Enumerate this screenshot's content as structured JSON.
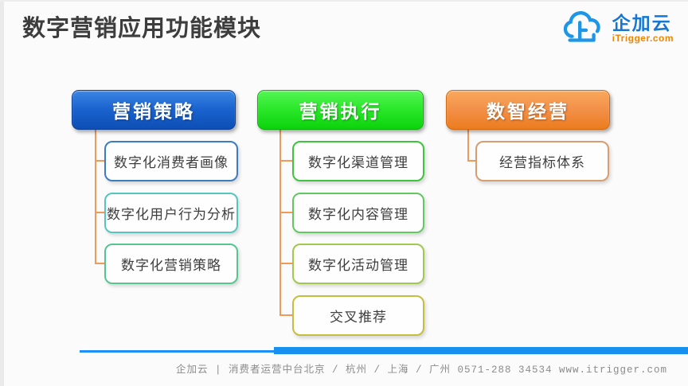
{
  "slide": {
    "title": "数字营销应用功能模块"
  },
  "logo": {
    "name": "企加云",
    "domain": "iTrigger.com",
    "cloud_color": "#1e96e8",
    "name_color": "#1577d2",
    "domain_color": "#f28600"
  },
  "diagram": {
    "connector_color": "#f09a5a",
    "columns": [
      {
        "header": {
          "label": "营销策略",
          "color_top": "#3c86e4",
          "color_bottom": "#0d4fb4"
        },
        "children": [
          {
            "label": "数字化消费者画像",
            "border": "#3e7cc0"
          },
          {
            "label": "数字化用户行为分析",
            "border": "#56c5c0"
          },
          {
            "label": "数字化营销策略",
            "border": "#57c591"
          }
        ]
      },
      {
        "header": {
          "label": "营销执行",
          "color_top": "#55f555",
          "color_bottom": "#0cd30c"
        },
        "children": [
          {
            "label": "数字化渠道管理",
            "border": "#3fc43f"
          },
          {
            "label": "数字化内容管理",
            "border": "#62c862"
          },
          {
            "label": "数字化活动管理",
            "border": "#a3c84e"
          },
          {
            "label": "交叉推荐",
            "border": "#c5be3e"
          }
        ]
      },
      {
        "header": {
          "label": "数智经营",
          "color_top": "#f8a85c",
          "color_bottom": "#ec7c1e"
        },
        "children": [
          {
            "label": "经营指标体系",
            "border": "#d79e72"
          }
        ]
      }
    ]
  },
  "footer": {
    "text": "企加云 | 消费者运营中台北京 / 杭州 / 上海 / 广州  0571-288 34534  www.itrigger.com",
    "accent_color": "#1890f0"
  }
}
